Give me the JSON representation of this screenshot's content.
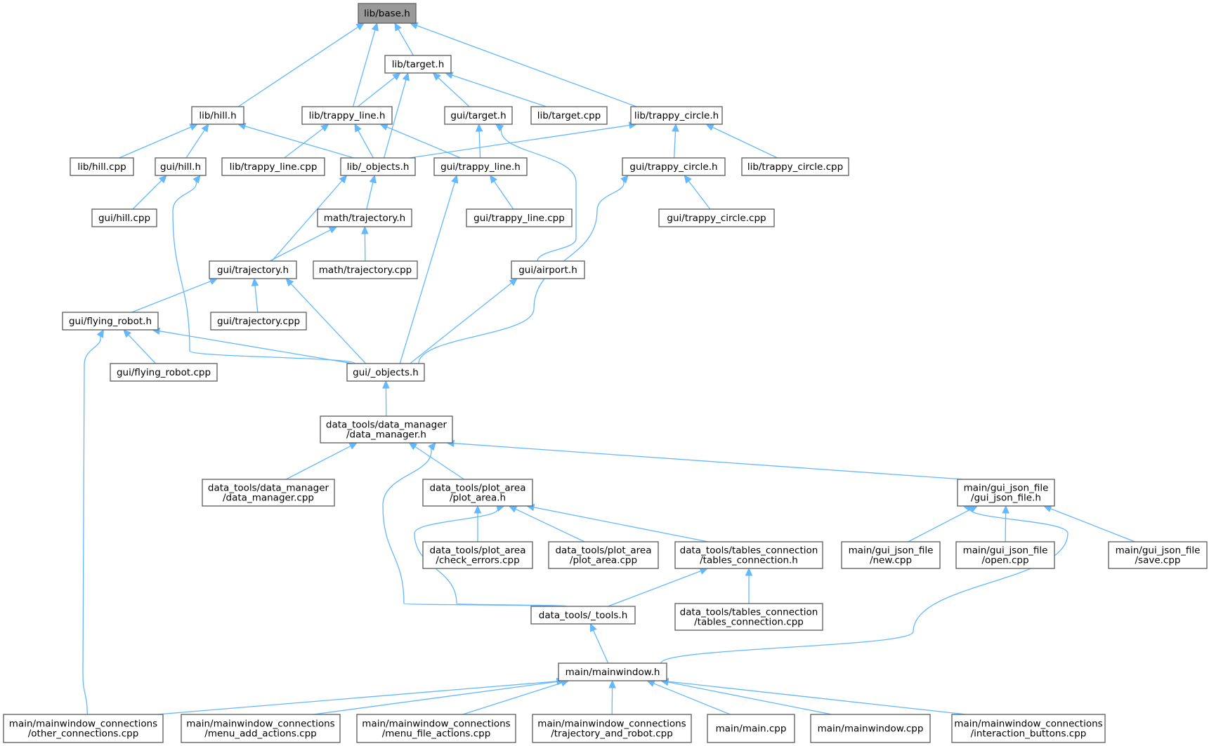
{
  "graph": {
    "root": "base",
    "nodes": [
      {
        "id": "base",
        "lines": [
          "lib/base.h"
        ],
        "root": true
      },
      {
        "id": "target_h",
        "lines": [
          "lib/target.h"
        ]
      },
      {
        "id": "hill_h",
        "lines": [
          "lib/hill.h"
        ]
      },
      {
        "id": "trappy_line_h",
        "lines": [
          "lib/trappy_line.h"
        ]
      },
      {
        "id": "gui_target_h",
        "lines": [
          "gui/target.h"
        ]
      },
      {
        "id": "target_cpp",
        "lines": [
          "lib/target.cpp"
        ]
      },
      {
        "id": "trappy_circle_h",
        "lines": [
          "lib/trappy_circle.h"
        ]
      },
      {
        "id": "hill_cpp",
        "lines": [
          "lib/hill.cpp"
        ]
      },
      {
        "id": "gui_hill_h",
        "lines": [
          "gui/hill.h"
        ]
      },
      {
        "id": "trappy_line_cpp",
        "lines": [
          "lib/trappy_line.cpp"
        ]
      },
      {
        "id": "lib_objects_h",
        "lines": [
          "lib/_objects.h"
        ]
      },
      {
        "id": "gui_trappy_line_h",
        "lines": [
          "gui/trappy_line.h"
        ]
      },
      {
        "id": "gui_trappy_circle_h",
        "lines": [
          "gui/trappy_circle.h"
        ]
      },
      {
        "id": "trappy_circle_cpp",
        "lines": [
          "lib/trappy_circle.cpp"
        ]
      },
      {
        "id": "gui_hill_cpp",
        "lines": [
          "gui/hill.cpp"
        ]
      },
      {
        "id": "math_traj_h",
        "lines": [
          "math/trajectory.h"
        ]
      },
      {
        "id": "gui_trappy_line_cpp",
        "lines": [
          "gui/trappy_line.cpp"
        ]
      },
      {
        "id": "gui_trappy_circle_cpp",
        "lines": [
          "gui/trappy_circle.cpp"
        ]
      },
      {
        "id": "gui_traj_h",
        "lines": [
          "gui/trajectory.h"
        ]
      },
      {
        "id": "math_traj_cpp",
        "lines": [
          "math/trajectory.cpp"
        ]
      },
      {
        "id": "gui_airport_h",
        "lines": [
          "gui/airport.h"
        ]
      },
      {
        "id": "gui_flying_h",
        "lines": [
          "gui/flying_robot.h"
        ]
      },
      {
        "id": "gui_traj_cpp",
        "lines": [
          "gui/trajectory.cpp"
        ]
      },
      {
        "id": "gui_flying_cpp",
        "lines": [
          "gui/flying_robot.cpp"
        ]
      },
      {
        "id": "gui_objects_h",
        "lines": [
          "gui/_objects.h"
        ]
      },
      {
        "id": "dm_h",
        "lines": [
          "data_tools/data_manager",
          "/data_manager.h"
        ]
      },
      {
        "id": "dm_cpp",
        "lines": [
          "data_tools/data_manager",
          "/data_manager.cpp"
        ]
      },
      {
        "id": "pa_h",
        "lines": [
          "data_tools/plot_area",
          "/plot_area.h"
        ]
      },
      {
        "id": "gjf_h",
        "lines": [
          "main/gui_json_file",
          "/gui_json_file.h"
        ]
      },
      {
        "id": "pa_check_cpp",
        "lines": [
          "data_tools/plot_area",
          "/check_errors.cpp"
        ]
      },
      {
        "id": "pa_cpp",
        "lines": [
          "data_tools/plot_area",
          "/plot_area.cpp"
        ]
      },
      {
        "id": "tc_h",
        "lines": [
          "data_tools/tables_connection",
          "/tables_connection.h"
        ]
      },
      {
        "id": "gjf_new_cpp",
        "lines": [
          "main/gui_json_file",
          "/new.cpp"
        ]
      },
      {
        "id": "gjf_open_cpp",
        "lines": [
          "main/gui_json_file",
          "/open.cpp"
        ]
      },
      {
        "id": "gjf_save_cpp",
        "lines": [
          "main/gui_json_file",
          "/save.cpp"
        ]
      },
      {
        "id": "tools_h",
        "lines": [
          "data_tools/_tools.h"
        ]
      },
      {
        "id": "tc_cpp",
        "lines": [
          "data_tools/tables_connection",
          "/tables_connection.cpp"
        ]
      },
      {
        "id": "mainwindow_h",
        "lines": [
          "main/mainwindow.h"
        ]
      },
      {
        "id": "mw_other_cpp",
        "lines": [
          "main/mainwindow_connections",
          "/other_connections.cpp"
        ]
      },
      {
        "id": "mw_menu_add_cpp",
        "lines": [
          "main/mainwindow_connections",
          "/menu_add_actions.cpp"
        ]
      },
      {
        "id": "mw_menu_file_cpp",
        "lines": [
          "main/mainwindow_connections",
          "/menu_file_actions.cpp"
        ]
      },
      {
        "id": "mw_traj_robot_cpp",
        "lines": [
          "main/mainwindow_connections",
          "/trajectory_and_robot.cpp"
        ]
      },
      {
        "id": "main_cpp",
        "lines": [
          "main/main.cpp"
        ]
      },
      {
        "id": "mainwindow_cpp",
        "lines": [
          "main/mainwindow.cpp"
        ]
      },
      {
        "id": "mw_interaction_cpp",
        "lines": [
          "main/mainwindow_connections",
          "/interaction_buttons.cpp"
        ]
      }
    ],
    "edges": [
      [
        "base",
        "target_h"
      ],
      [
        "base",
        "hill_h"
      ],
      [
        "base",
        "trappy_line_h"
      ],
      [
        "base",
        "trappy_circle_h"
      ],
      [
        "target_h",
        "trappy_line_h"
      ],
      [
        "target_h",
        "gui_target_h"
      ],
      [
        "target_h",
        "target_cpp"
      ],
      [
        "target_h",
        "lib_objects_h"
      ],
      [
        "hill_h",
        "hill_cpp"
      ],
      [
        "hill_h",
        "gui_hill_h"
      ],
      [
        "hill_h",
        "lib_objects_h"
      ],
      [
        "trappy_line_h",
        "trappy_line_cpp"
      ],
      [
        "trappy_line_h",
        "lib_objects_h"
      ],
      [
        "trappy_line_h",
        "gui_trappy_line_h"
      ],
      [
        "gui_target_h",
        "gui_trappy_line_h"
      ],
      [
        "gui_target_h",
        "gui_airport_h"
      ],
      [
        "trappy_circle_h",
        "lib_objects_h"
      ],
      [
        "trappy_circle_h",
        "gui_trappy_circle_h"
      ],
      [
        "trappy_circle_h",
        "trappy_circle_cpp"
      ],
      [
        "gui_hill_h",
        "gui_hill_cpp"
      ],
      [
        "gui_hill_h",
        "gui_objects_h"
      ],
      [
        "lib_objects_h",
        "math_traj_h"
      ],
      [
        "lib_objects_h",
        "gui_traj_h"
      ],
      [
        "gui_trappy_line_h",
        "gui_trappy_line_cpp"
      ],
      [
        "gui_trappy_line_h",
        "gui_objects_h"
      ],
      [
        "gui_trappy_circle_h",
        "gui_trappy_circle_cpp"
      ],
      [
        "gui_trappy_circle_h",
        "gui_objects_h"
      ],
      [
        "math_traj_h",
        "gui_traj_h"
      ],
      [
        "math_traj_h",
        "math_traj_cpp"
      ],
      [
        "gui_traj_h",
        "gui_flying_h"
      ],
      [
        "gui_traj_h",
        "gui_traj_cpp"
      ],
      [
        "gui_traj_h",
        "gui_objects_h"
      ],
      [
        "gui_airport_h",
        "gui_objects_h"
      ],
      [
        "gui_flying_h",
        "gui_flying_cpp"
      ],
      [
        "gui_flying_h",
        "gui_objects_h"
      ],
      [
        "gui_flying_h",
        "mw_other_cpp"
      ],
      [
        "gui_objects_h",
        "dm_h"
      ],
      [
        "dm_h",
        "dm_cpp"
      ],
      [
        "dm_h",
        "pa_h"
      ],
      [
        "dm_h",
        "gjf_h"
      ],
      [
        "dm_h",
        "tools_h"
      ],
      [
        "pa_h",
        "pa_check_cpp"
      ],
      [
        "pa_h",
        "pa_cpp"
      ],
      [
        "pa_h",
        "tc_h"
      ],
      [
        "pa_h",
        "tools_h"
      ],
      [
        "gjf_h",
        "gjf_new_cpp"
      ],
      [
        "gjf_h",
        "gjf_open_cpp"
      ],
      [
        "gjf_h",
        "gjf_save_cpp"
      ],
      [
        "gjf_h",
        "mainwindow_h"
      ],
      [
        "tc_h",
        "tools_h"
      ],
      [
        "tc_h",
        "tc_cpp"
      ],
      [
        "tools_h",
        "mainwindow_h"
      ],
      [
        "mainwindow_h",
        "mw_other_cpp"
      ],
      [
        "mainwindow_h",
        "mw_menu_add_cpp"
      ],
      [
        "mainwindow_h",
        "mw_menu_file_cpp"
      ],
      [
        "mainwindow_h",
        "mw_traj_robot_cpp"
      ],
      [
        "mainwindow_h",
        "main_cpp"
      ],
      [
        "mainwindow_h",
        "mainwindow_cpp"
      ],
      [
        "mainwindow_h",
        "mw_interaction_cpp"
      ]
    ]
  },
  "colors": {
    "edge": "#63b8ff",
    "node_border": "#666666",
    "root_fill": "#999999",
    "node_fill": "#ffffff"
  }
}
